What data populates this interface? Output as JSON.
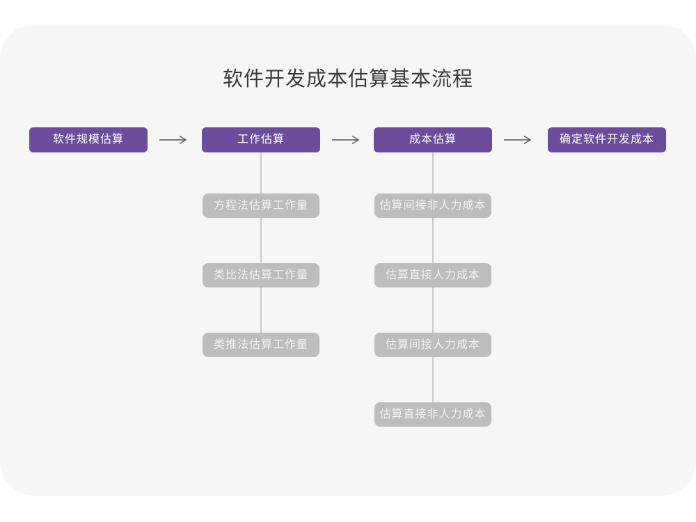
{
  "page": {
    "title": "软件开发成本估算基本流程"
  },
  "colors": {
    "stage_box": "#6B4C9D",
    "stage_text": "#FFFFFF",
    "substep_box": "#BDBDBD",
    "substep_text": "#F2F2F2",
    "card_background": "#F6F6F7",
    "page_background": "#FFFFFF",
    "connector_line": "#C9C9C9",
    "arrow": "#58595B",
    "title_text": "#3C3C3C"
  },
  "flow": {
    "stages": [
      {
        "label": "软件规模估算",
        "substeps": []
      },
      {
        "label": "工作估算",
        "substeps": [
          "方程法估算工作量",
          "类比法估算工作量",
          "类推法估算工作量"
        ]
      },
      {
        "label": "成本估算",
        "substeps": [
          "估算间接非人力成本",
          "估算直接人力成本",
          "估算间接人力成本",
          "估算直接非人力成本"
        ]
      },
      {
        "label": "确定软件开发成本",
        "substeps": []
      }
    ]
  }
}
